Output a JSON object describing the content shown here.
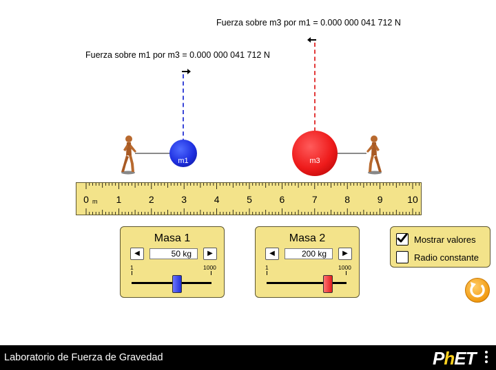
{
  "force_labels": {
    "m1": "Fuerza sobre m1 por m3 = 0.000 000 041 712 N",
    "m3": "Fuerza sobre m3 por m1 = 0.000 000 041 712 N"
  },
  "masses": {
    "m1": {
      "label": "m1",
      "color": "#1e2fe0"
    },
    "m3": {
      "label": "m3",
      "color": "#ee1b1b"
    }
  },
  "ruler": {
    "numbers": [
      "0",
      "1",
      "2",
      "3",
      "4",
      "5",
      "6",
      "7",
      "8",
      "9",
      "10"
    ],
    "unit": "m",
    "color": "#f3e38a"
  },
  "panels": {
    "masa1": {
      "title": "Masa 1",
      "value": "50 kg",
      "min_label": "1",
      "max_label": "1000",
      "mass": 50,
      "min": 1,
      "max": 1000,
      "thumb_color": "#2130d8"
    },
    "masa2": {
      "title": "Masa 2",
      "value": "200 kg",
      "min_label": "1",
      "max_label": "1000",
      "mass": 200,
      "min": 1,
      "max": 1000,
      "thumb_color": "#e21f1f"
    }
  },
  "options": {
    "mostrar_valores": {
      "label": "Mostrar valores",
      "checked": true
    },
    "radio_constante": {
      "label": "Radio constante",
      "checked": false
    }
  },
  "icons": {
    "step_left": "◀",
    "step_right": "▶",
    "force_arrow_right": "➞",
    "force_arrow_left": "🡐",
    "reset": "reset-icon",
    "check": "✔"
  },
  "bottom_bar": {
    "title": "Laboratorio de Fuerza de Gravedad",
    "logo_p": "P",
    "logo_h": "h",
    "logo_et": "ET"
  }
}
